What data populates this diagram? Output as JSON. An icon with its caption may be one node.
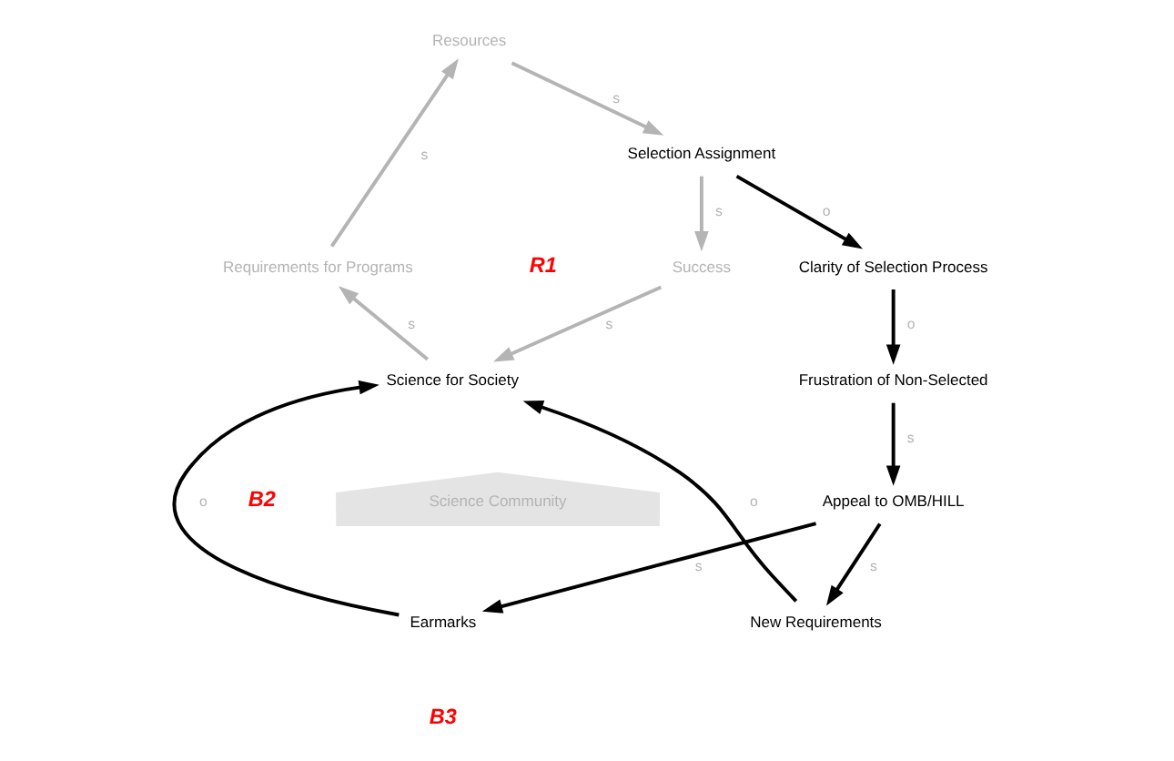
{
  "diagram": {
    "nodes": [
      {
        "text": [
          "Resources"
        ]
      },
      {
        "text": [
          "Selection Assignment"
        ]
      },
      {
        "text": [
          "Success"
        ]
      },
      {
        "text": [
          "Requirements for Programs"
        ]
      },
      {
        "text": [
          "Science for Society"
        ]
      },
      {
        "text": [
          "Clarity of Selection Process"
        ]
      },
      {
        "text": [
          "Frustration of Non-Selected"
        ]
      },
      {
        "text": [
          "Appeal to OMB/HILL"
        ]
      },
      {
        "text": [
          "Earmarks"
        ]
      },
      {
        "text": [
          "New Requirements"
        ]
      },
      {
        "text": [
          "Science Community"
        ]
      }
    ],
    "edges": [
      {
        "from": 0,
        "to": 1,
        "arrow": "to",
        "label": "s",
        "color": "#b4b4b4"
      },
      {
        "from": 1,
        "to": 2,
        "arrow": "to",
        "label": "s",
        "color": "#b4b4b4"
      },
      {
        "from": 2,
        "to": 4,
        "arrow": "to",
        "label": "s",
        "color": "#b4b4b4"
      },
      {
        "from": 4,
        "to": 3,
        "arrow": "to",
        "label": "s",
        "color": "#b4b4b4"
      },
      {
        "from": 3,
        "to": 0,
        "arrow": "to",
        "label": "s",
        "color": "#b4b4b4"
      },
      {
        "from": 1,
        "to": 5,
        "arrow": "to",
        "label": "o"
      },
      {
        "from": 5,
        "to": 6,
        "arrow": "to",
        "label": "o"
      },
      {
        "from": 6,
        "to": 7,
        "arrow": "to",
        "label": "s"
      },
      {
        "from": 7,
        "to": 8,
        "arrow": "to",
        "label": "s"
      },
      {
        "from": 7,
        "to": 9,
        "arrow": "to",
        "label": "s"
      },
      {
        "from": 8,
        "to": 4,
        "arrow": "to",
        "label": "o"
      },
      {
        "from": 9,
        "to": 4,
        "arrow": "to",
        "label": "o"
      }
    ],
    "labels": [
      "R1",
      "B2",
      "B3"
    ]
  }
}
